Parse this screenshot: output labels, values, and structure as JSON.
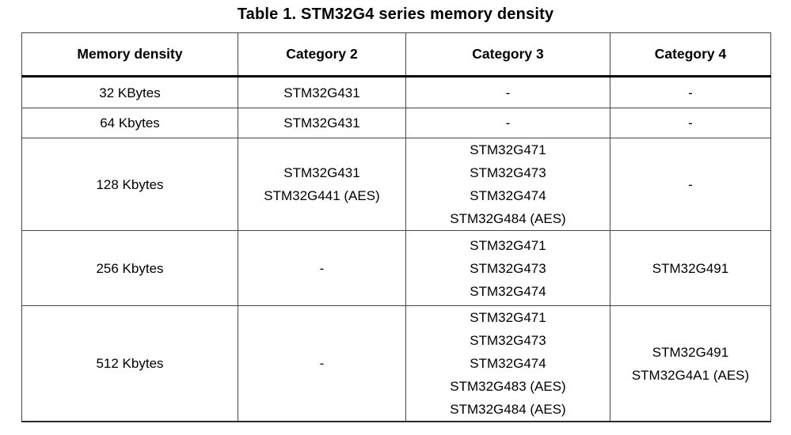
{
  "title": "Table 1. STM32G4 series memory density",
  "table": {
    "columns": [
      "Memory density",
      "Category 2",
      "Category 3",
      "Category 4"
    ],
    "rows": [
      {
        "cells": [
          "32 KBytes",
          "STM32G431",
          "-",
          "-"
        ]
      },
      {
        "cells": [
          "64 Kbytes",
          "STM32G431",
          "-",
          "-"
        ]
      },
      {
        "cells": [
          "128 Kbytes",
          "STM32G431\nSTM32G441 (AES)",
          "STM32G471\nSTM32G473\nSTM32G474\nSTM32G484 (AES)",
          "-"
        ]
      },
      {
        "cells": [
          "256 Kbytes",
          "-",
          "STM32G471\nSTM32G473\nSTM32G474",
          "STM32G491"
        ]
      },
      {
        "cells": [
          "512 Kbytes",
          "-",
          "STM32G471\nSTM32G473\nSTM32G474\nSTM32G483 (AES)\nSTM32G484 (AES)",
          "STM32G491\nSTM32G4A1 (AES)"
        ]
      }
    ]
  }
}
